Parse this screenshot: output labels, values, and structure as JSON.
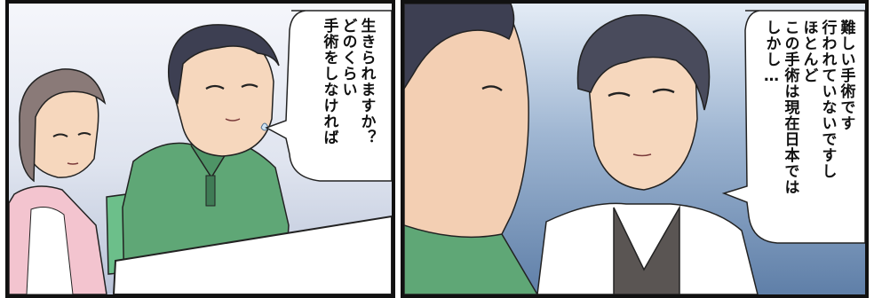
{
  "panels": [
    {
      "id": "panel-1",
      "speech": [
        "手術をしなければ",
        "どのくらい",
        "生きられますか？"
      ]
    },
    {
      "id": "panel-2",
      "speech": [
        "しかし…",
        "この手術は現在日本では",
        "ほとんど",
        "行われていないですし",
        "難しい手術です"
      ]
    }
  ],
  "colors": {
    "border": "#111111",
    "background_blue": "#6f8fb5",
    "shirt_green": "#5fa776",
    "skin": "#f6d7bd",
    "hair_dark": "#3d3f52",
    "coat_white": "#ffffff",
    "cardigan_pink": "#f3c4cf"
  }
}
